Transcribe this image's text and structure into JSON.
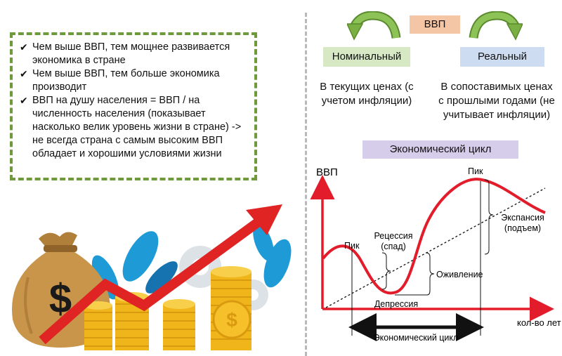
{
  "left_panel": {
    "bullets": [
      "Чем выше ВВП, тем мощнее развивается экономика в стране",
      "Чем выше ВВП, тем больше экономика производит",
      "ВВП на душу населения = ВВП / на численность населения (показывает насколько велик уровень жизни в стране) -> не всегда страна с самым высоким ВВП обладает и хорошими условиями жизни"
    ],
    "money_sign": "$"
  },
  "right_panel": {
    "vvp_tag": "ВВП",
    "nominal": {
      "label": "Номинальный",
      "description": "В текущих ценах (с учетом инфляции)"
    },
    "real": {
      "label": "Реальный",
      "description": "В сопоставимых ценах с прошлыми годами (не учитывает инфляции)"
    },
    "cycle_title": "Экономический цикл"
  },
  "cycle_diagram": {
    "y_axis_label": "ВВП",
    "x_axis_label": "кол-во лет",
    "peak_left": "Пик",
    "peak_right": "Пик",
    "recession_line1": "Рецессия",
    "recession_line2": "(спад)",
    "depression": "Депрессия",
    "revival": "Оживление",
    "expansion_line1": "Экспансия",
    "expansion_line2": "(подъем)",
    "cycle_span": "Экономический цикл"
  },
  "colors": {
    "curve": "#e21c2a",
    "arrow_green": "#78b043",
    "box_border": "#6f9a3c",
    "growth_arrow": "#e02424",
    "coin_gold": "#f1b51c",
    "bag": "#c8954a"
  }
}
